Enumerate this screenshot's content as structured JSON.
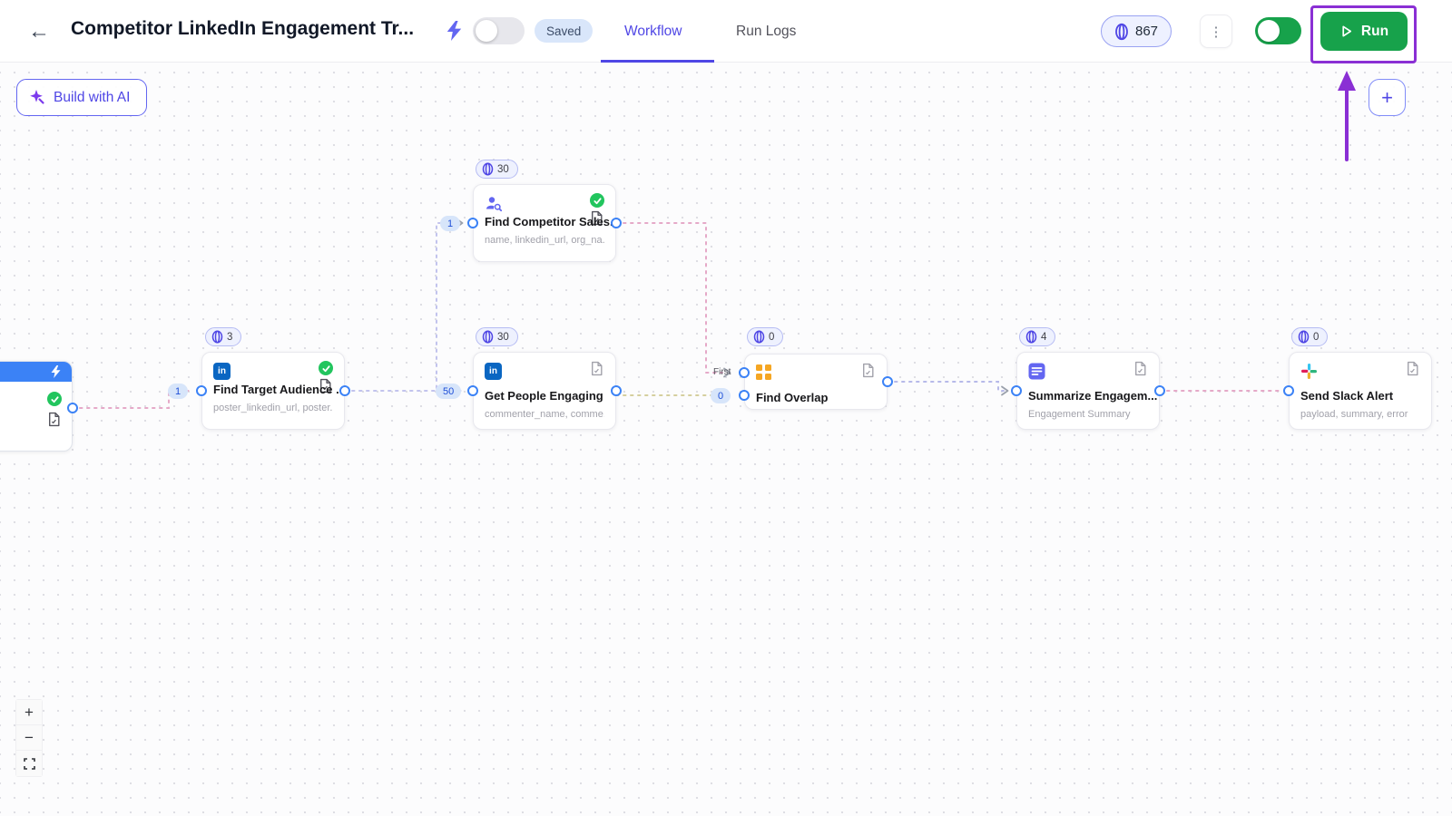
{
  "colors": {
    "accent_indigo": "#4f46e5",
    "run_green": "#17a24b",
    "annotation_purple": "#8a2fd4",
    "linkedin_blue": "#0a66c2",
    "port_blue": "#3b82f6",
    "edge_pink": "#e5a9c8",
    "edge_lavender": "#c2c3ed",
    "edge_yellow": "#d5cf9e",
    "success_green": "#22c55e"
  },
  "header": {
    "back_icon": "←",
    "title": "Competitor LinkedIn Engagement Tr...",
    "saved_badge": "Saved",
    "tabs": {
      "workflow": "Workflow",
      "run_logs": "Run Logs"
    },
    "credits": "867",
    "kebab_icon": "⋮",
    "run_button": "Run"
  },
  "canvas": {
    "build_with_ai_button": "Build with AI",
    "add_node_button": "+",
    "zoom_in": "+",
    "zoom_out": "−"
  },
  "nodes": {
    "trigger": {
      "icon": "lightning-icon",
      "status": "success"
    },
    "competitor": {
      "icon": "person-search-icon",
      "credits_badge": "30",
      "input_count": "1",
      "title": "Find Competitor Sales...",
      "subtitle": "name, linkedin_url, org_na...",
      "status": "success"
    },
    "target": {
      "icon": "linkedin-icon",
      "linkedin_glyph": "in",
      "credits_badge": "3",
      "input_count": "1",
      "title": "Find Target Audience ...",
      "subtitle": "poster_linkedin_url, poster...",
      "status": "success"
    },
    "people": {
      "icon": "linkedin-icon",
      "linkedin_glyph": "in",
      "credits_badge": "30",
      "input_count": "50",
      "title": "Get People Engaging",
      "subtitle": "commenter_name, comme..."
    },
    "overlap": {
      "icon": "overlap-icon",
      "credits_badge": "0",
      "first_input_label": "First",
      "second_input_count": "0",
      "title": "Find Overlap"
    },
    "summarize": {
      "icon": "summary-icon",
      "credits_badge": "4",
      "title": "Summarize Engagem...",
      "subtitle": "Engagement Summary"
    },
    "slack": {
      "icon": "slack-icon",
      "credits_badge": "0",
      "title": "Send Slack Alert",
      "subtitle": "payload, summary, error"
    }
  }
}
